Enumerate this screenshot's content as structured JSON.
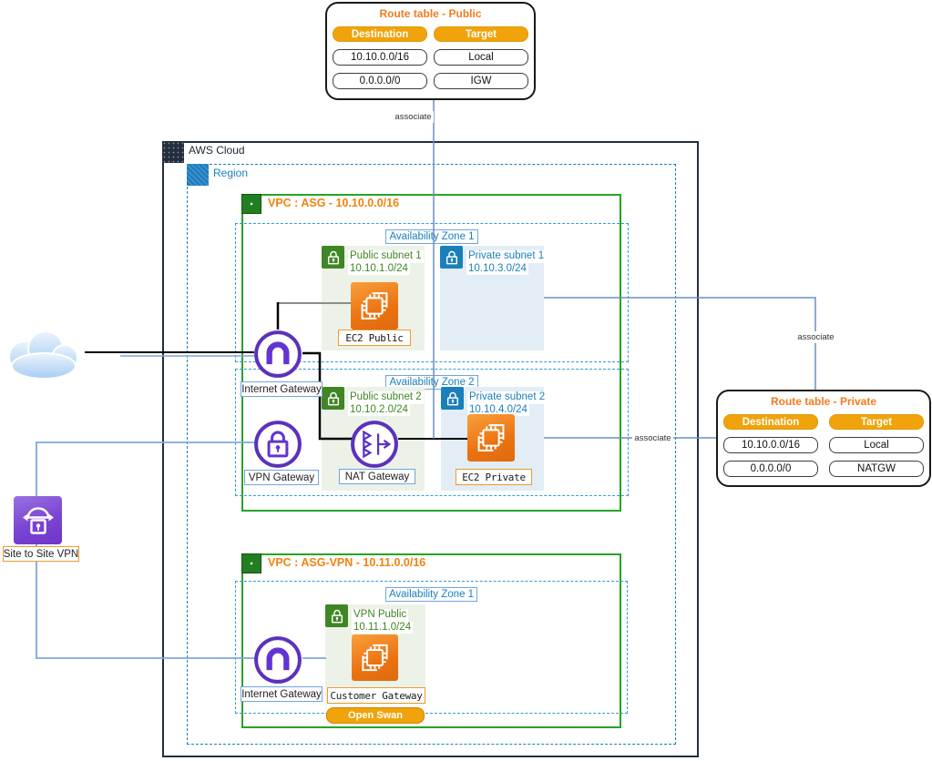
{
  "colors": {
    "aws_navy": "#232f3e",
    "region_blue": "#1b7fbc",
    "vpc_green": "#27a327",
    "public_subnet_green": "#3f8624",
    "private_subnet_blue": "#1b7fbc",
    "title_orange": "#f47b20",
    "header_orange": "#f0a30a",
    "gateway_purple": "#5b31bd",
    "edge_blue": "#6c8ebf",
    "edge_lightblue": "#7ea6e0",
    "ec2_orange": "#ec7211"
  },
  "route_table_public": {
    "title": "Route table - Public",
    "headers": [
      "Destination",
      "Target"
    ],
    "rows": [
      [
        "10.10.0.0/16",
        "Local"
      ],
      [
        "0.0.0.0/0",
        "IGW"
      ]
    ]
  },
  "route_table_private": {
    "title": "Route table - Private",
    "headers": [
      "Destination",
      "Target"
    ],
    "rows": [
      [
        "10.10.0.0/16",
        "Local"
      ],
      [
        "0.0.0.0/0",
        "NATGW"
      ]
    ]
  },
  "containers": {
    "aws_cloud": "AWS Cloud",
    "region": "Region",
    "vpc_asg": "VPC : ASG - 10.10.0.0/16",
    "vpc_asg_vpn": "VPC : ASG-VPN - 10.11.0.0/16",
    "az1": "Availability Zone 1",
    "az2": "Availability Zone 2",
    "az_vpn": "Availability Zone 1"
  },
  "subnets": {
    "public1": {
      "name": "Public subnet 1",
      "cidr": "10.10.1.0/24"
    },
    "private1": {
      "name": "Private subnet 1",
      "cidr": "10.10.3.0/24"
    },
    "public2": {
      "name": "Public subnet 2",
      "cidr": "10.10.2.0/24"
    },
    "private2": {
      "name": "Private subnet 2",
      "cidr": "10.10.4.0/24"
    },
    "vpn_public": {
      "name": "VPN Public",
      "cidr": "10.11.1.0/24"
    }
  },
  "nodes": {
    "ec2_public": "EC2 Public",
    "ec2_private": "EC2 Private",
    "customer_gateway": "Customer Gateway",
    "nat_gateway": "NAT Gateway",
    "internet_gateway_1": "Internet Gateway",
    "vpn_gateway": "VPN Gateway",
    "internet_gateway_2": "Internet Gateway",
    "site_to_site_vpn": "Site to Site VPN",
    "open_swan": "Open Swan"
  },
  "edges": {
    "associate_1": "associate",
    "associate_2": "associate",
    "associate_3": "associate"
  }
}
